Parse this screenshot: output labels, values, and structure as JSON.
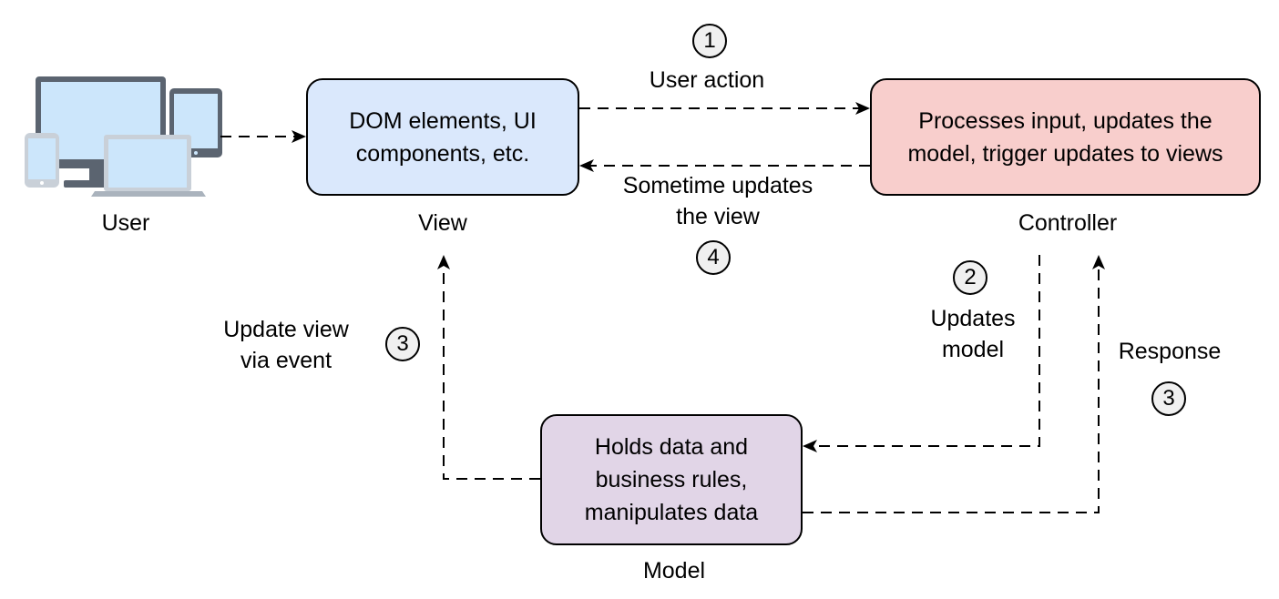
{
  "nodes": {
    "user": {
      "label": "User"
    },
    "view": {
      "label": "View",
      "text_lines": [
        "DOM elements, UI",
        "components, etc."
      ],
      "fill": "#dae8fc"
    },
    "controller": {
      "label": "Controller",
      "text_lines": [
        "Processes input, updates the",
        "model, trigger updates to views"
      ],
      "fill": "#f8cecc"
    },
    "model": {
      "label": "Model",
      "text_lines": [
        "Holds data and",
        "business rules,",
        "manipulates data"
      ],
      "fill": "#e1d5e7"
    }
  },
  "edges": {
    "user_action": {
      "step": "1",
      "label": "User action"
    },
    "updates_model": {
      "step": "2",
      "label_lines": [
        "Updates",
        "model"
      ]
    },
    "update_view_via_event": {
      "step": "3",
      "label_lines": [
        "Update view",
        "via event"
      ]
    },
    "response": {
      "step": "3",
      "label": "Response"
    },
    "sometime_updates_view": {
      "step": "4",
      "label_lines": [
        "Sometime updates",
        "the view"
      ]
    }
  },
  "icons": {
    "user_devices": "devices-icon"
  }
}
